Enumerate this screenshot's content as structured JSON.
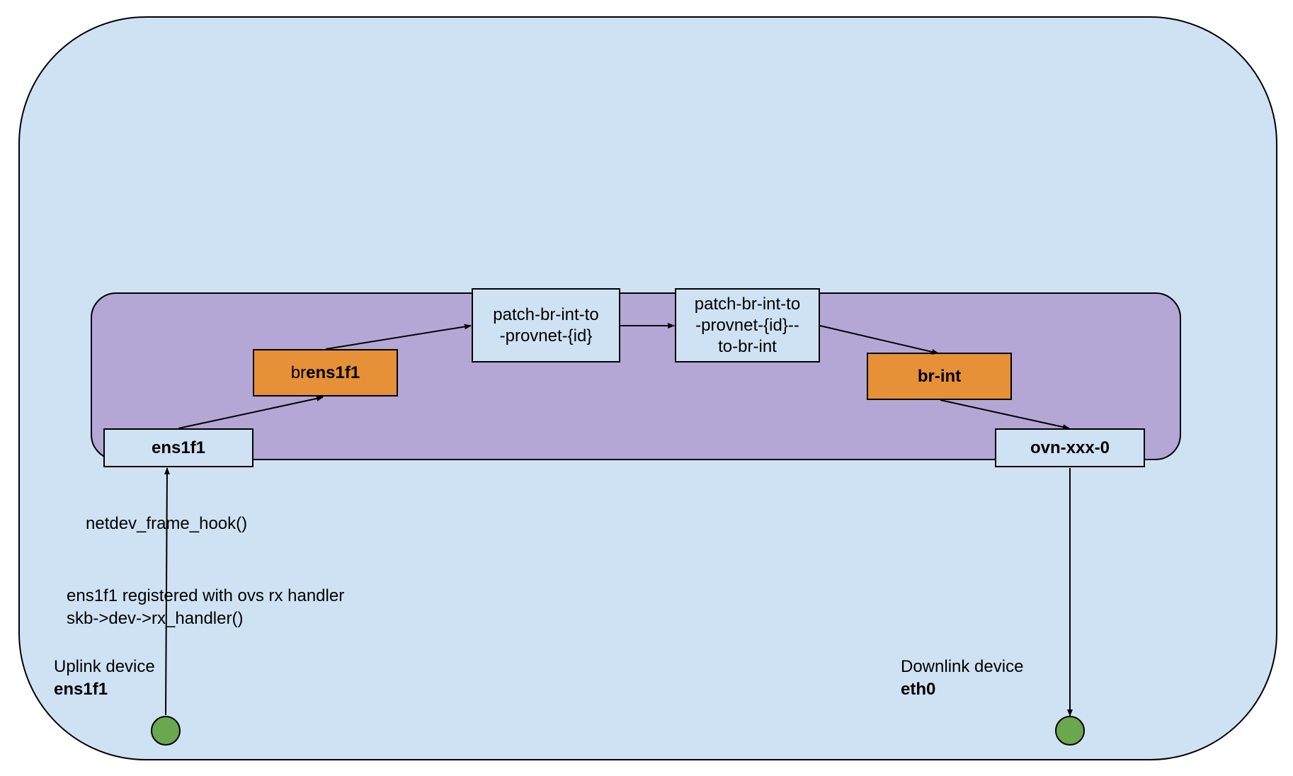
{
  "nodes": {
    "ens1f1_port": "ens1f1",
    "brens1f1": {
      "prefix": "br",
      "suffix": "ens1f1"
    },
    "patch1": [
      "patch-br-int-to",
      "-provnet-{id}"
    ],
    "patch2": [
      "patch-br-int-to",
      "-provnet-{id}--",
      "to-br-int"
    ],
    "br_int": "br-int",
    "ovn_port": "ovn-xxx-0"
  },
  "labels": {
    "hook": "netdev_frame_hook()",
    "handler_line1": "ens1f1 registered with ovs rx handler",
    "handler_line2": "skb->dev->rx_handler()",
    "uplink_title": "Uplink device",
    "uplink_name": "ens1f1",
    "downlink_title": "Downlink device",
    "downlink_name": "eth0"
  },
  "colors": {
    "host_bg": "#cfe2f3",
    "ovs_bg": "#b4a7d6",
    "bridge": "#e69138",
    "endpoint": "#6aa84f"
  }
}
